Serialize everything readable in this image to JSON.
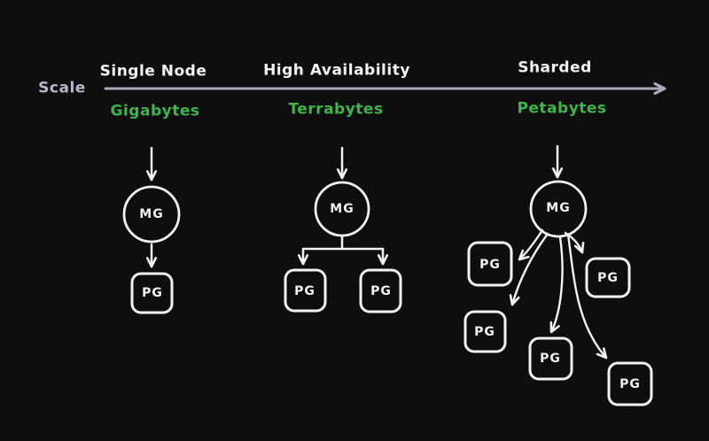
{
  "theme": {
    "background": "#0e0e0e",
    "stroke": "#f2f2f2",
    "accent_green": "#3cb54a",
    "axis_color": "#a9aabb"
  },
  "axis": {
    "label": "Scale"
  },
  "columns": [
    {
      "title": "Single Node",
      "capacity": "Gigabytes",
      "mg_label": "MG",
      "pg_labels": [
        "PG"
      ]
    },
    {
      "title": "High Availability",
      "capacity": "Terrabytes",
      "mg_label": "MG",
      "pg_labels": [
        "PG",
        "PG"
      ]
    },
    {
      "title": "Sharded",
      "capacity": "Petabytes",
      "mg_label": "MG",
      "pg_labels": [
        "PG",
        "PG",
        "PG",
        "PG",
        "PG"
      ]
    }
  ]
}
